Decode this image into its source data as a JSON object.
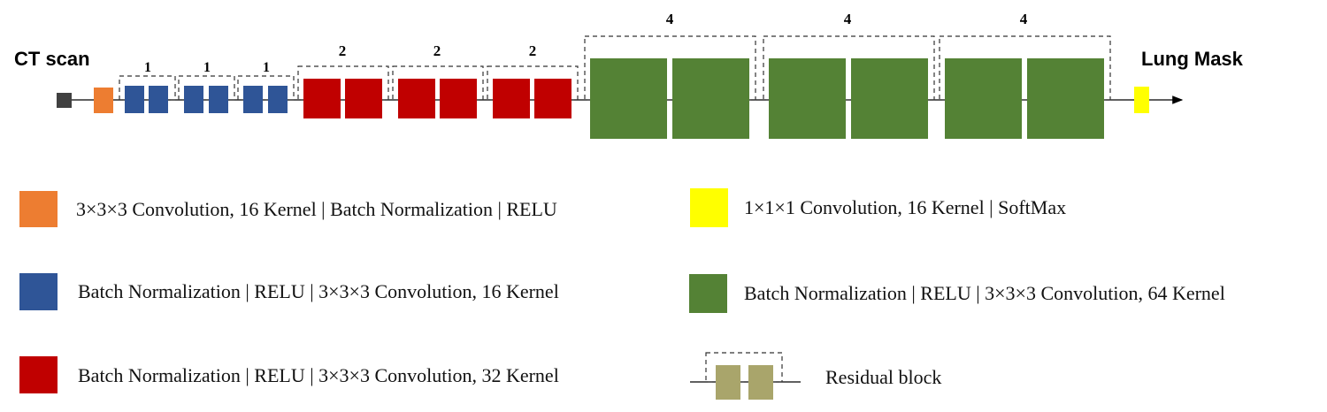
{
  "diagram": {
    "input_label": "CT scan",
    "output_label": "Lung Mask",
    "colors": {
      "input": "#404040",
      "conv_first": "#ED7D31",
      "blue": "#2F5597",
      "red": "#C00000",
      "green": "#548235",
      "softmax": "#FFFF00",
      "residual": "#A9A56B"
    },
    "groups": [
      {
        "count": "1",
        "color_key": "blue"
      },
      {
        "count": "1",
        "color_key": "blue"
      },
      {
        "count": "1",
        "color_key": "blue"
      },
      {
        "count": "2",
        "color_key": "red"
      },
      {
        "count": "2",
        "color_key": "red"
      },
      {
        "count": "2",
        "color_key": "red"
      },
      {
        "count": "4",
        "color_key": "green"
      },
      {
        "count": "4",
        "color_key": "green"
      },
      {
        "count": "4",
        "color_key": "green"
      }
    ]
  },
  "legend": [
    {
      "color_key": "conv_first",
      "text": "3×3×3 Convolution, 16 Kernel | Batch Normalization | RELU"
    },
    {
      "color_key": "blue",
      "text": "Batch Normalization | RELU | 3×3×3 Convolution, 16 Kernel"
    },
    {
      "color_key": "red",
      "text": "Batch Normalization | RELU | 3×3×3 Convolution, 32 Kernel"
    },
    {
      "color_key": "softmax",
      "text": "1×1×1 Convolution, 16 Kernel | SoftMax"
    },
    {
      "color_key": "green",
      "text": "Batch Normalization | RELU | 3×3×3 Convolution, 64 Kernel"
    },
    {
      "color_key": "residual",
      "text": "Residual block"
    }
  ]
}
